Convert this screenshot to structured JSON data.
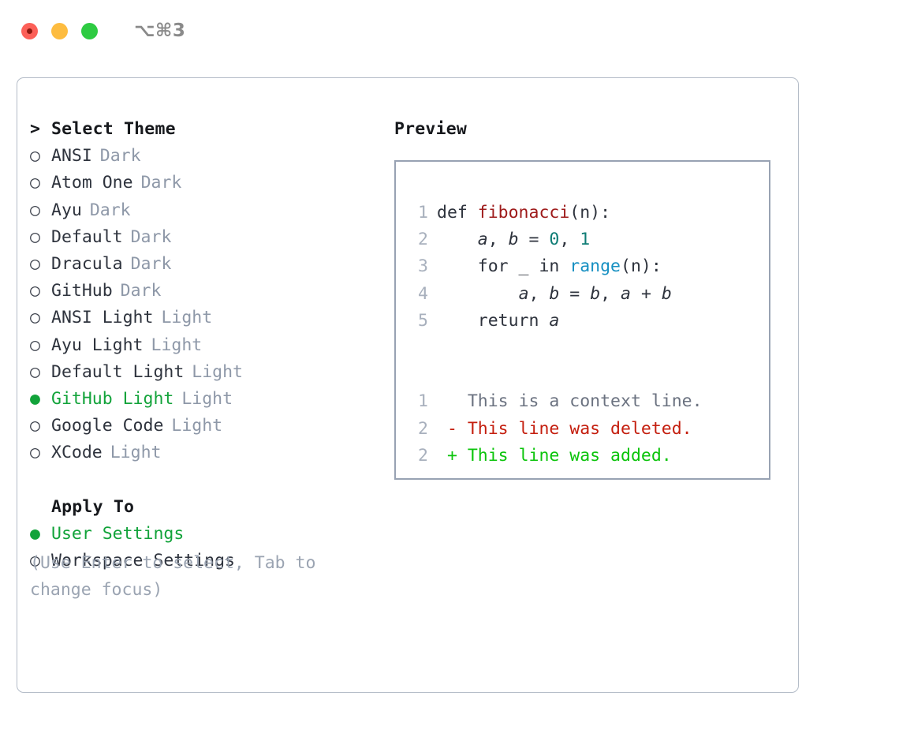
{
  "window": {
    "shortcut": "⌥⌘3",
    "traffic_lights": [
      {
        "name": "close",
        "color": "#FC6058"
      },
      {
        "name": "minimize",
        "color": "#FDBC40"
      },
      {
        "name": "zoom",
        "color": "#2ECB42"
      }
    ]
  },
  "theme_panel": {
    "header_marker": ">",
    "header": "Select Theme",
    "marker_unselected": "○",
    "marker_selected": "●",
    "items": [
      {
        "label": "ANSI",
        "tag": "Dark",
        "selected": false
      },
      {
        "label": "Atom One",
        "tag": "Dark",
        "selected": false
      },
      {
        "label": "Ayu",
        "tag": "Dark",
        "selected": false
      },
      {
        "label": "Default",
        "tag": "Dark",
        "selected": false
      },
      {
        "label": "Dracula",
        "tag": "Dark",
        "selected": false
      },
      {
        "label": "GitHub",
        "tag": "Dark",
        "selected": false
      },
      {
        "label": "ANSI Light",
        "tag": "Light",
        "selected": false
      },
      {
        "label": "Ayu Light",
        "tag": "Light",
        "selected": false
      },
      {
        "label": "Default Light",
        "tag": "Light",
        "selected": false
      },
      {
        "label": "GitHub Light",
        "tag": "Light",
        "selected": true
      },
      {
        "label": "Google Code",
        "tag": "Light",
        "selected": false
      },
      {
        "label": "XCode",
        "tag": "Light",
        "selected": false
      }
    ]
  },
  "apply_to": {
    "header": "Apply To",
    "options": [
      {
        "label": "User Settings",
        "selected": true
      },
      {
        "label": "Workspace Settings",
        "selected": false
      }
    ]
  },
  "hint": "(Use Enter to select, Tab to change focus)",
  "preview": {
    "title": "Preview",
    "code_lines": [
      {
        "num": "1",
        "segments": [
          {
            "text": "def ",
            "type": "def"
          },
          {
            "text": "fibonacci",
            "type": "fn"
          },
          {
            "text": "(n):",
            "type": "punct"
          }
        ]
      },
      {
        "num": "2",
        "segments": [
          {
            "text": "    ",
            "type": "plain"
          },
          {
            "text": "a",
            "type": "var"
          },
          {
            "text": ", ",
            "type": "punct"
          },
          {
            "text": "b",
            "type": "var"
          },
          {
            "text": " = ",
            "type": "punct"
          },
          {
            "text": "0",
            "type": "num"
          },
          {
            "text": ", ",
            "type": "punct"
          },
          {
            "text": "1",
            "type": "num"
          }
        ]
      },
      {
        "num": "3",
        "segments": [
          {
            "text": "    for _ in ",
            "type": "plain"
          },
          {
            "text": "range",
            "type": "builtin"
          },
          {
            "text": "(n):",
            "type": "punct"
          }
        ]
      },
      {
        "num": "4",
        "segments": [
          {
            "text": "        ",
            "type": "plain"
          },
          {
            "text": "a",
            "type": "var"
          },
          {
            "text": ", ",
            "type": "punct"
          },
          {
            "text": "b",
            "type": "var"
          },
          {
            "text": " = ",
            "type": "punct"
          },
          {
            "text": "b",
            "type": "var"
          },
          {
            "text": ", ",
            "type": "punct"
          },
          {
            "text": "a",
            "type": "var"
          },
          {
            "text": " + ",
            "type": "punct"
          },
          {
            "text": "b",
            "type": "var"
          }
        ]
      },
      {
        "num": "5",
        "segments": [
          {
            "text": "    return ",
            "type": "plain"
          },
          {
            "text": "a",
            "type": "var"
          }
        ]
      }
    ],
    "diff_lines": [
      {
        "num": "1",
        "sign": " ",
        "text": "This is a context line.",
        "kind": "context"
      },
      {
        "num": "2",
        "sign": "-",
        "text": "This line was deleted.",
        "kind": "del"
      },
      {
        "num": "2",
        "sign": "+",
        "text": "This line was added.",
        "kind": "add"
      }
    ]
  },
  "colors": {
    "accent_green": "#12A33A",
    "diff_add_green": "#0BC40B",
    "diff_del_red": "#C41E0E",
    "syntax_function": "#9E1A1A",
    "syntax_number": "#0E7C75",
    "syntax_builtin": "#1790C2",
    "muted_gray": "#8E98A8",
    "border": "#B4BCC8"
  }
}
